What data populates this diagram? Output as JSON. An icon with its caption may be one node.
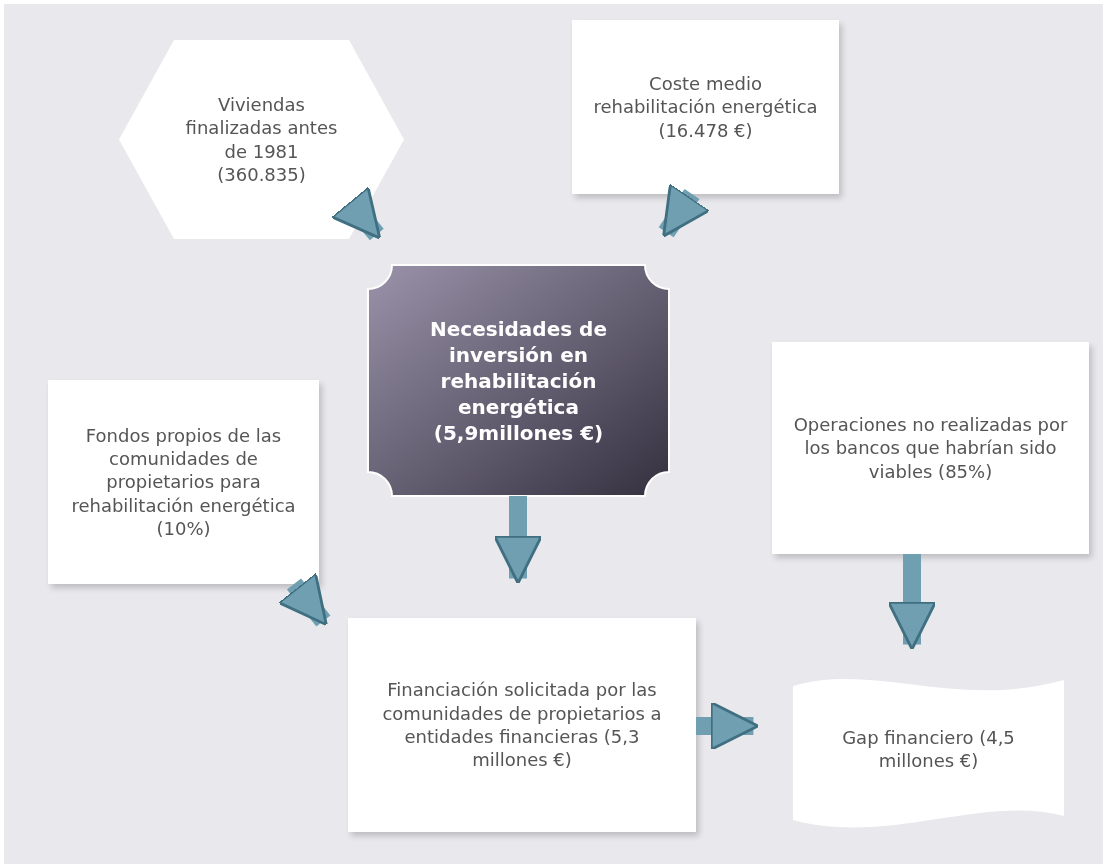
{
  "diagram": {
    "nodes": [
      {
        "text": [
          "Viviendas finalizadas antes de 1981 (360.835)"
        ]
      },
      {
        "text": [
          "Coste medio rehabilitación energética (16.478 €)"
        ]
      },
      {
        "text": [
          "Necesidades de inversión en rehabilitación energética (5,9millones €)"
        ]
      },
      {
        "text": [
          "Fondos propios de las comunidades de propietarios para rehabilitación energética (10%)"
        ]
      },
      {
        "text": [
          "Operaciones no realizadas por los bancos que habrían sido viables (85%)"
        ]
      },
      {
        "text": [
          "Financiación solicitada por las comunidades de propietarios a entidades financieras (5,3 millones €)"
        ]
      },
      {
        "text": [
          "Gap financiero (4,5 millones €)"
        ]
      }
    ],
    "edges": [
      {
        "from": 0,
        "to": 2,
        "arrow": "to"
      },
      {
        "from": 1,
        "to": 2,
        "arrow": "to"
      },
      {
        "from": 2,
        "to": 5,
        "arrow": "to"
      },
      {
        "from": 3,
        "to": 5,
        "arrow": "to"
      },
      {
        "from": 4,
        "to": 6,
        "arrow": "to"
      },
      {
        "from": 5,
        "to": 6,
        "arrow": "to"
      }
    ]
  }
}
